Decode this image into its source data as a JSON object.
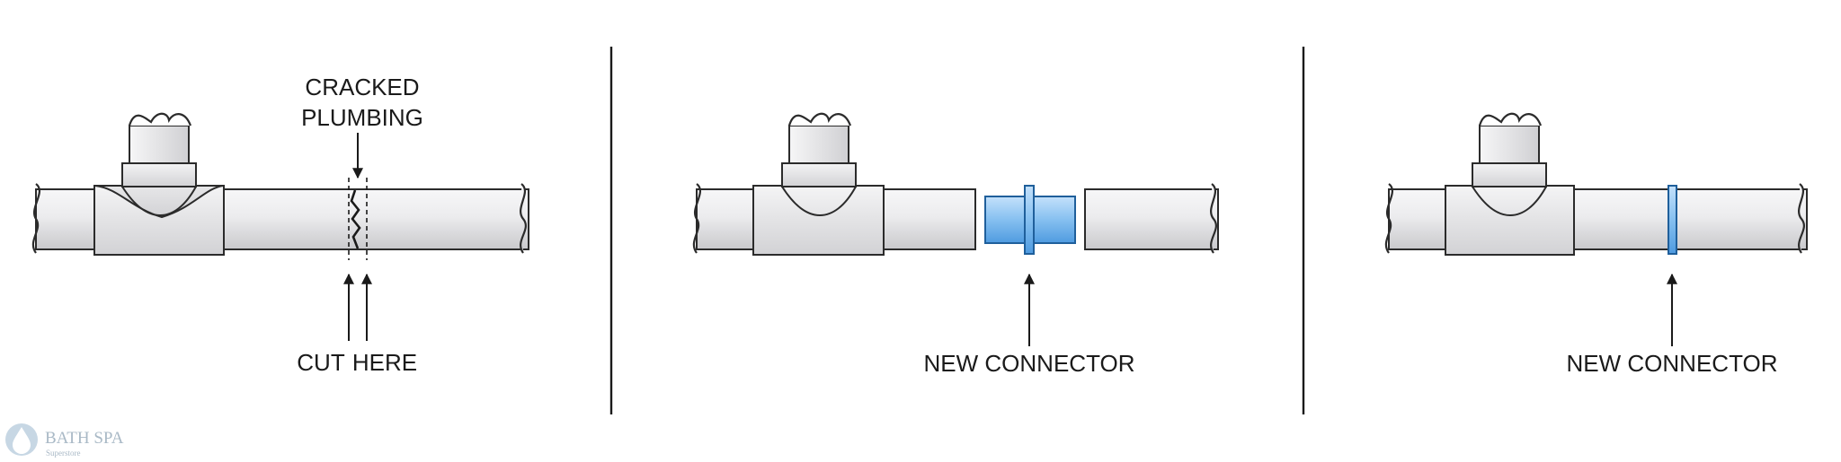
{
  "panels": [
    {
      "id": "cut",
      "label_cracked_line1": "CRACKED",
      "label_cracked_line2": "PLUMBING",
      "label_cut_1": "CUT",
      "label_cut_2": "HERE"
    },
    {
      "id": "insert",
      "label_connector": "NEW CONNECTOR"
    },
    {
      "id": "joined",
      "label_connector": "NEW CONNECTOR"
    }
  ],
  "logo": {
    "name": "BATH SPA",
    "tagline": "Superstore"
  },
  "colors": {
    "pipe_fill": "#e6e6e8",
    "pipe_stroke": "#2b2b2b",
    "connector_fill": "#7fb9ee",
    "connector_stroke": "#1f5f9b",
    "logo": "#a9b9c6"
  }
}
